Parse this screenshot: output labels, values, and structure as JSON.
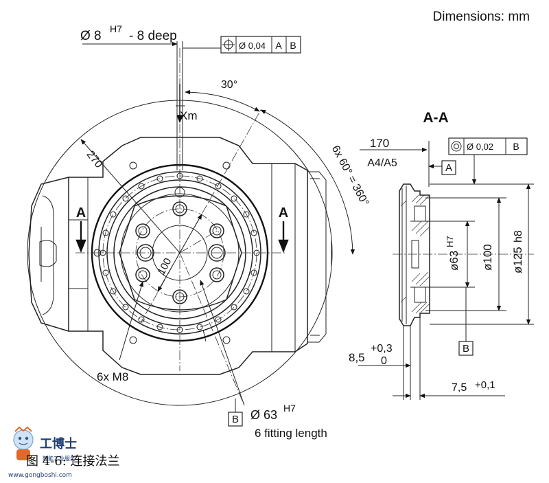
{
  "header": {
    "units_note": "Dimensions: mm"
  },
  "front_view": {
    "pin_hole_label": "Ø 8",
    "pin_hole_tolerance": "H7",
    "pin_hole_depth": "- 8 deep",
    "angle_label": "30°",
    "xm_label": "Xm",
    "pcd_label": "270",
    "inner_pcd_label": "100",
    "pattern_label": "6x 60° = 360°",
    "section_label_left": "A",
    "section_label_right": "A",
    "thread_label": "6x M8",
    "datum_b_label": "B",
    "bore_label": "Ø 63",
    "bore_tolerance": "H7",
    "fitting_label": "6 fitting length"
  },
  "position_frame": {
    "symbol": "position-icon",
    "tolerance": "Ø 0,04",
    "datum_1": "A",
    "datum_2": "B"
  },
  "section_view": {
    "title": "A-A",
    "dim_170": "170",
    "variant_label": "A4/A5",
    "datum_a_label": "A",
    "concentricity_frame": {
      "symbol": "concentricity-icon",
      "tolerance": "Ø 0,02",
      "datum": "B"
    },
    "dia_63": "ø63",
    "dia_63_tol": "H7",
    "dia_100": "ø100",
    "dia_125": "ø125",
    "dia_125_tol": "h8",
    "datum_b_label": "B",
    "depth_value": "8,5",
    "depth_tol_upper": "+0,3",
    "depth_tol_lower": "0",
    "spigot_value": "7,5",
    "spigot_tol": "+0,1"
  },
  "caption": {
    "text": "图 4-6: 连接法兰"
  },
  "watermark": {
    "brand": "工博士",
    "tagline": "智能工业服务",
    "url": "www.gongboshi.com"
  }
}
